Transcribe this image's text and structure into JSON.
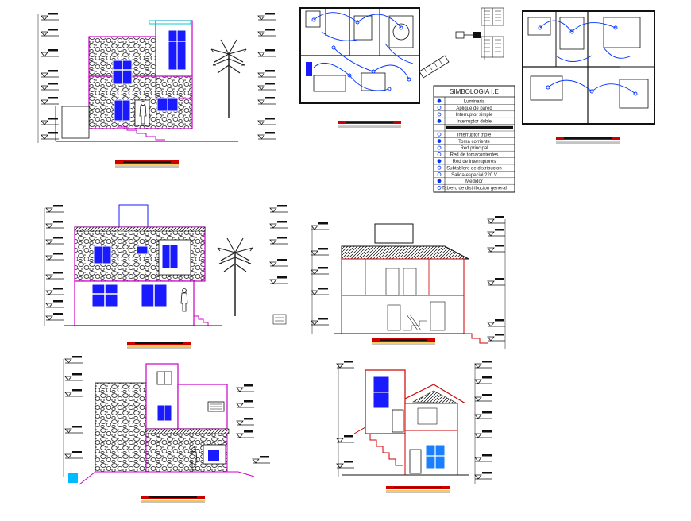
{
  "legend": {
    "title": "SIMBOLOGIA I.E",
    "items": [
      {
        "label": "Luminaria",
        "symbol": "luminaire-icon"
      },
      {
        "label": "Aplique de pared",
        "symbol": "wall-light-icon"
      },
      {
        "label": "Interruptor simple",
        "symbol": "single-switch-icon"
      },
      {
        "label": "Interruptor doble",
        "symbol": "double-switch-icon"
      },
      {
        "label": "",
        "symbol": "black-bar"
      },
      {
        "label": "Interruptor triple",
        "symbol": "triple-switch-icon"
      },
      {
        "label": "Toma corriente",
        "symbol": "outlet-icon"
      },
      {
        "label": "Red principal",
        "symbol": "main-line-icon"
      },
      {
        "label": "Red de tomacorrientes",
        "symbol": "outlet-network-icon"
      },
      {
        "label": "Red de interruptores",
        "symbol": "switch-network-icon"
      },
      {
        "label": "Subtablero de distribucion",
        "symbol": "subpanel-icon"
      },
      {
        "label": "Salida especial 220 V",
        "symbol": "special-outlet-icon"
      },
      {
        "label": "Medidor",
        "symbol": "meter-icon"
      },
      {
        "label": "Tablero de distribucion general",
        "symbol": "main-panel-icon"
      }
    ]
  },
  "colors": {
    "background": "#ffffff",
    "linework": "#111111",
    "wall_outline": "#cc00cc",
    "window_fill": "#1a1aff",
    "wiring": "#0033ff",
    "title_bar": "#cc0000",
    "title_underline": "#ffaa00",
    "stone_pattern": "#333333"
  }
}
